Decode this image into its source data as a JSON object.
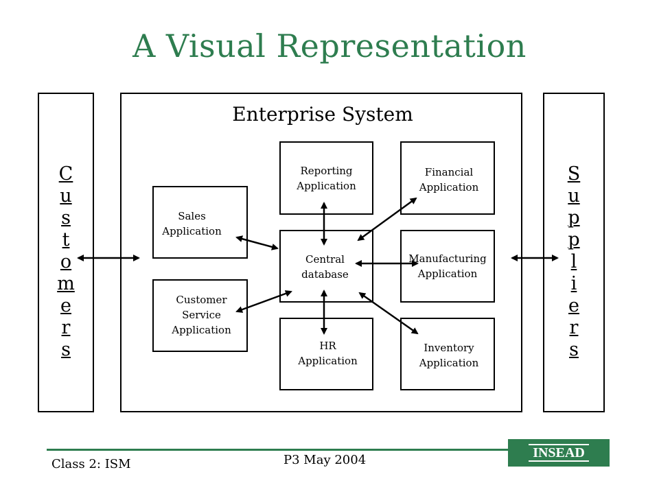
{
  "title": "A Visual Representation",
  "customers": {
    "letters": [
      "C",
      "u",
      "s",
      "t",
      "o",
      "m",
      "e",
      "r",
      "s"
    ]
  },
  "suppliers": {
    "letters": [
      "S",
      "u",
      "p",
      "p",
      "l",
      "i",
      "e",
      "r",
      "s"
    ]
  },
  "enterprise": {
    "title": "Enterprise System",
    "apps": {
      "reporting": "Reporting\nApplication",
      "financial": "Financial\nApplication",
      "sales": "Sales\nApplication",
      "central": "Central\ndatabase",
      "manufacturing": "Manufacturing\nApplication",
      "customer_service": "Customer\nService\nApplication",
      "hr": "HR\nApplication",
      "inventory": "Inventory\nApplication"
    }
  },
  "footer": {
    "left": "Class 2: ISM",
    "center": "P3 May 2004",
    "logo": "INSEAD"
  },
  "colors": {
    "accent": "#2e7d4f"
  }
}
